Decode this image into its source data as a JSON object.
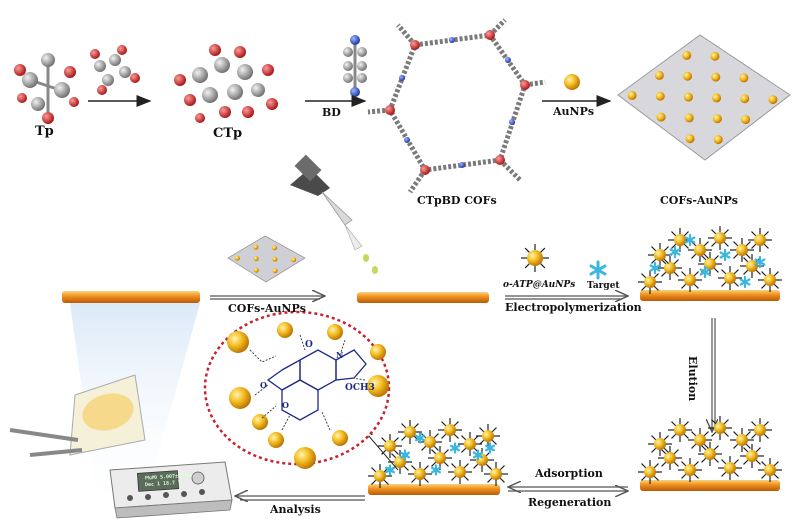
{
  "labels": {
    "tp": "Tp",
    "ctp": "CTp",
    "bd": "BD",
    "ctpbd_cofs": "CTpBD COFs",
    "aunps": "AuNPs",
    "cofs_aunps_top": "COFs-AuNPs",
    "cofs_aunps_arrow": "COFs-AuNPs",
    "o_atp_aunps": "o-ATP@AuNPs",
    "target": "Target",
    "electropolymerization": "Electropolymerization",
    "elution": "Elution",
    "adsorption": "Adsorption",
    "regeneration": "Regeneration",
    "analysis": "Analysis",
    "och3": "OCH3",
    "carbonyl_o": "O",
    "ring_o1": "O",
    "ring_o2": "O",
    "ring_n": "N"
  },
  "instrument": {
    "readout_line1": "Pk#0  5.007±219mv",
    "readout_line2": "Dec 1   18.7  V"
  },
  "colors": {
    "gold": "#f0b020",
    "gold_dark": "#c77d00",
    "electrode_orange": "#e07a18",
    "target_blue": "#3bb6e0",
    "circle_red": "#c8232c",
    "structure_blue": "#1d2a8c"
  }
}
